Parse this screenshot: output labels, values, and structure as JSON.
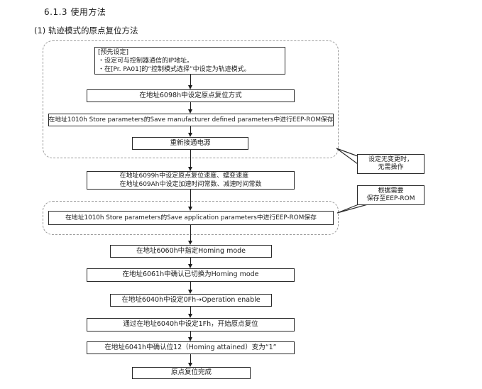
{
  "page": {
    "section_title": "6.1.3 使用方法",
    "subsection_title": "(1) 轨迹模式的原点复位方法"
  },
  "flowchart": {
    "preset": {
      "title": "[预先设定]",
      "items": [
        {
          "text": "・设定可与控制器通信的IP地址。"
        },
        {
          "text": "・在[Pr. PA01]的“控制模式选择”中设定为轨迹模式。"
        }
      ]
    },
    "steps": [
      {
        "text": "在地址6098h中设定原点复位方式"
      },
      {
        "text": "在地址1010h Store parameters的Save manufacturer defined parameters中进行EEP-ROM保存"
      },
      {
        "text": "重新接通电源"
      },
      {
        "line1": "在地址6099h中设定原点复位速度、蠕变速度",
        "line2": "在地址609Ah中设定加速时间常数、减速时间常数"
      },
      {
        "text": "在地址1010h Store parameters的Save application parameters中进行EEP-ROM保存"
      },
      {
        "text": "在地址6060h中指定Homing mode"
      },
      {
        "text": "在地址6061h中确认已切换为Homing mode"
      },
      {
        "text": "在地址6040h中设定0Fh→Operation enable"
      },
      {
        "text": "通过在地址6040h中设定1Fh，开始原点复位"
      },
      {
        "text": "在地址6041h中确认位12（Homing attained）变为“1”"
      },
      {
        "text": "原点复位完成"
      }
    ],
    "callouts": [
      {
        "line1": "设定无变更时，",
        "line2": "无需操作"
      },
      {
        "line1": "根据需要",
        "line2": "保存至EEP-ROM"
      }
    ]
  },
  "colors": {
    "ink": "#1c1c1c",
    "box_border": "#2b2b2b",
    "dashed_border": "#9a9a9a",
    "background": "#ffffff"
  }
}
